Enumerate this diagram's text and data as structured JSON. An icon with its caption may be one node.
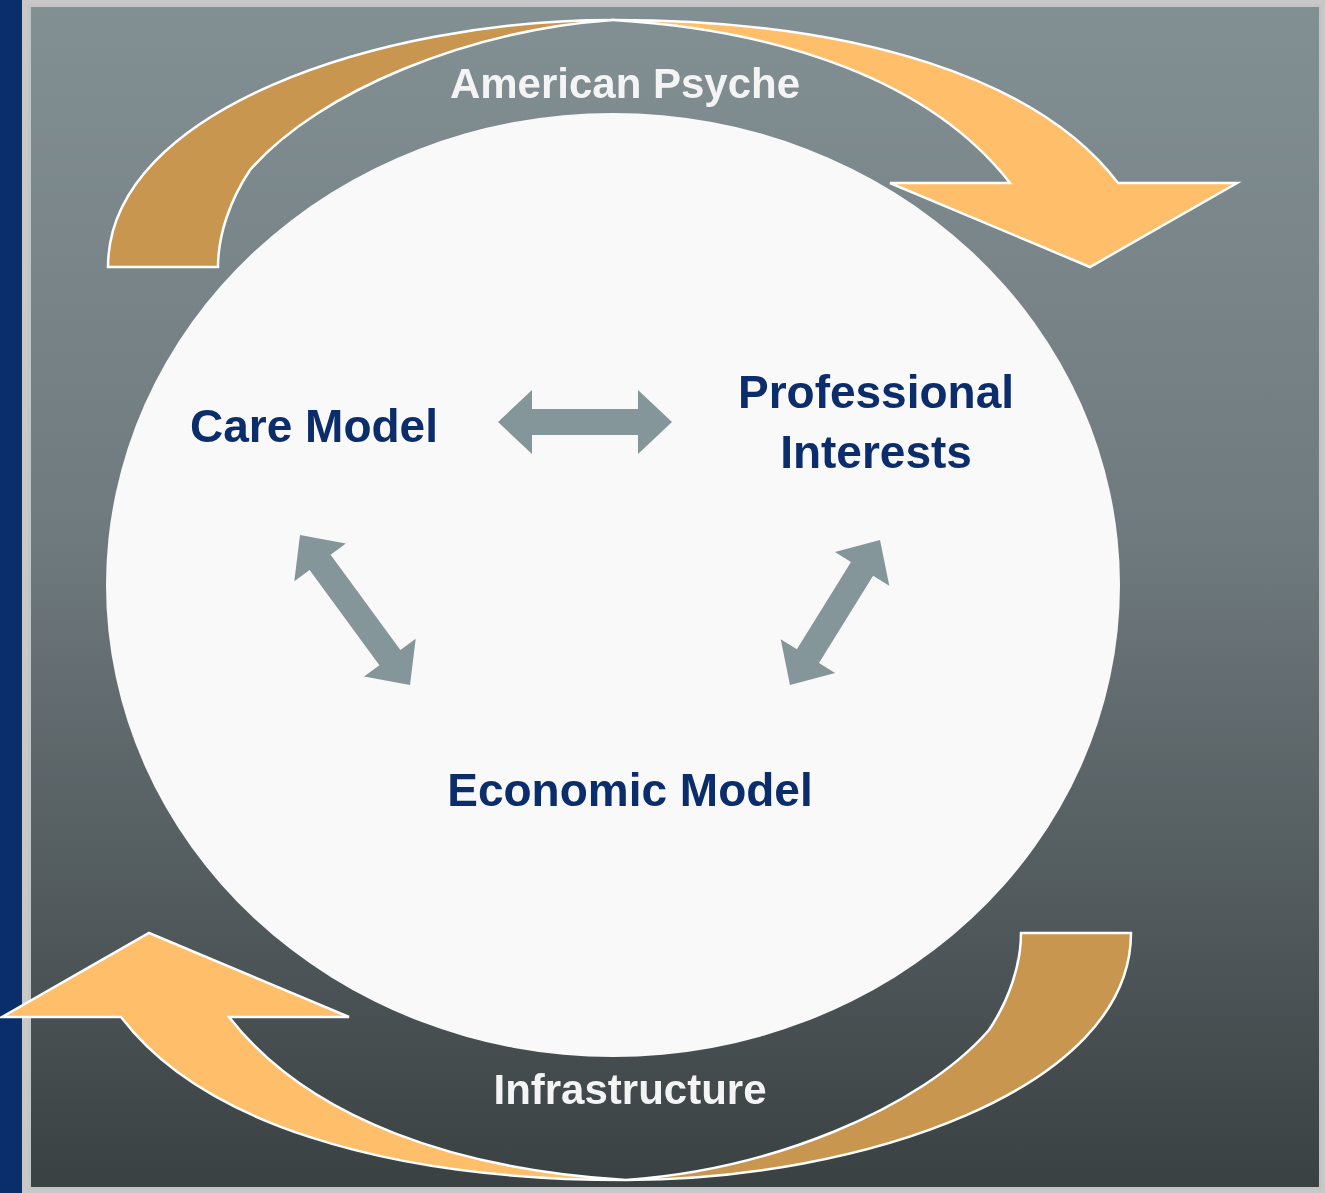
{
  "diagram": {
    "nodes": [
      {
        "text": [],
        "shape": "circle"
      },
      {
        "text": [
          "Care Model"
        ],
        "in": 0
      },
      {
        "text": [
          "Professional Interests"
        ],
        "in": 0
      },
      {
        "text": [
          "Economic Model"
        ],
        "in": 0
      }
    ],
    "edges": [
      {
        "from": 1,
        "to": 2,
        "arrow": "both",
        "style": "thick"
      },
      {
        "from": 1,
        "to": 3,
        "arrow": "both",
        "style": "thick"
      },
      {
        "from": 2,
        "to": 3,
        "arrow": "both",
        "style": "thick"
      }
    ],
    "labels": [
      "American Psyche",
      "Infrastructure"
    ]
  }
}
